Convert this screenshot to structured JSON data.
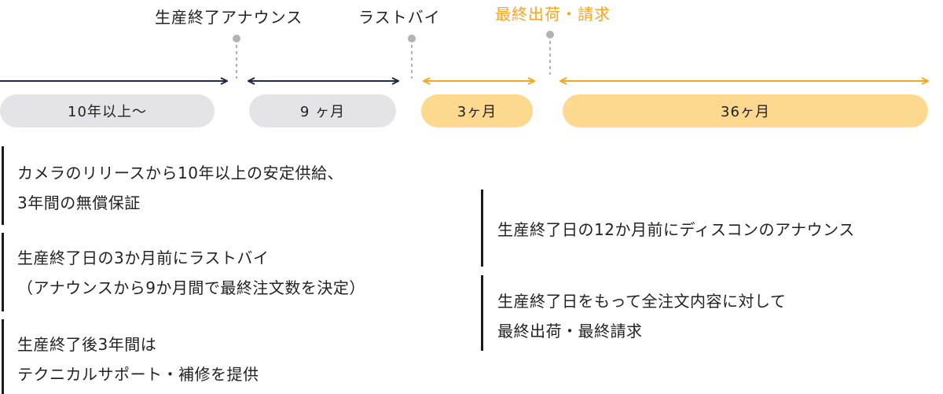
{
  "milestones": {
    "eol_announce": "生産終了アナウンス",
    "last_buy": "ラストバイ",
    "final_ship": "最終出荷・請求"
  },
  "periods": {
    "p1": "10年以上～",
    "p2": "9 ヶ月",
    "p3": "3ヶ月",
    "p4": "36ヶ月"
  },
  "notes": {
    "left1": [
      "カメラのリリースから10年以上の安定供給、",
      "3年間の無償保証"
    ],
    "left2": [
      "生産終了日の3か月前にラストバイ",
      "（アナウンスから9か月間で最終注文数を決定）"
    ],
    "left3": [
      "生産終了後3年間は",
      "テクニカルサポート・補修を提供"
    ],
    "right1": [
      "生産終了日の12か月前にディスコンのアナウンス"
    ],
    "right2": [
      "生産終了日をもって全注文内容に対して",
      "最終出荷・最終請求"
    ]
  },
  "colors": {
    "navy": "#1f2a4a",
    "gold": "#f5a623",
    "gold_fill": "#fcd98e",
    "gray_fill": "#e4e4e8",
    "marker_gray": "#b3b3b3"
  }
}
